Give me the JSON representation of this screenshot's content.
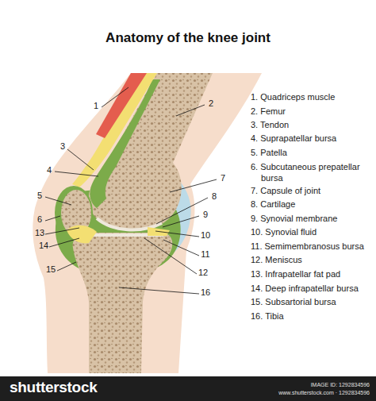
{
  "diagram": {
    "title": "Anatomy of the knee joint",
    "labels": [
      "1. Quadriceps muscle",
      "2. Femur",
      "3. Tendon",
      "4. Suprapatellar bursa",
      "5. Patella",
      "6. Subcutaneous prepatellar bursa",
      "7. Capsule of joint",
      "8. Cartilage",
      "9. Synovial membrane",
      "10. Synovial fluid",
      "11. Semimembranosus bursa",
      "12. Meniscus",
      "13. Infrapatellar fat pad",
      "14. Deep infrapatellar bursa",
      "15. Subsartorial bursa",
      "16. Tibia",
      "1",
      "2",
      "3",
      "4",
      "5",
      "6",
      "7",
      "8",
      "9",
      "10",
      "11",
      "12",
      "13",
      "14",
      "15",
      "16",
      "shutterstock",
      "IMAGE ID: 1292834596",
      "www.shutterstock.com · 1292834596"
    ]
  }
}
